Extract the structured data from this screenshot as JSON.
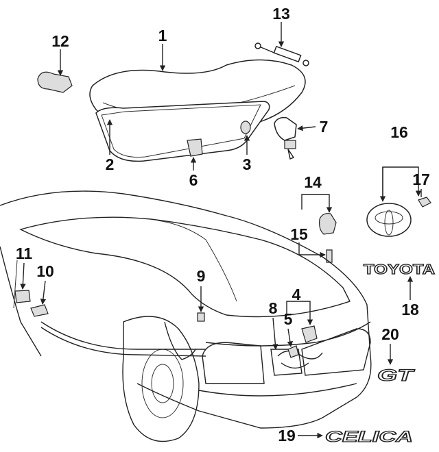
{
  "diagram": {
    "callouts": [
      "1",
      "2",
      "3",
      "4",
      "5",
      "6",
      "7",
      "8",
      "9",
      "10",
      "11",
      "12",
      "13",
      "14",
      "15",
      "16",
      "17",
      "18",
      "19",
      "20"
    ],
    "emblems": {
      "toyota": "TOYOTA",
      "gt": "GT",
      "celica": "CELICA"
    }
  }
}
